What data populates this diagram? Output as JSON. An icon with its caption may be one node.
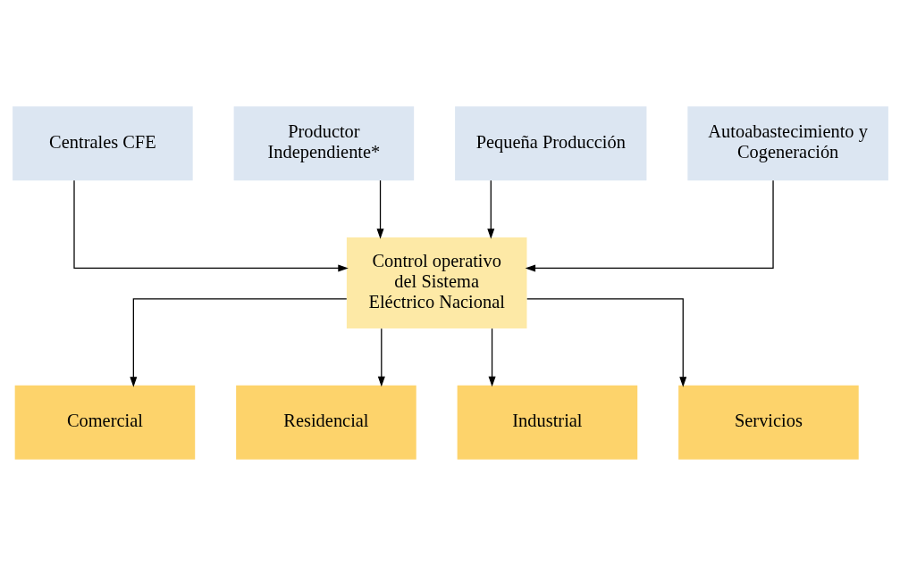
{
  "diagram": {
    "nodes": [
      {
        "text": [
          "Centrales CFE"
        ]
      },
      {
        "text": [
          "Productor Independiente*"
        ]
      },
      {
        "text": [
          "Pequeña Producción"
        ]
      },
      {
        "text": [
          "Autoabastecimiento y Cogeneración"
        ]
      },
      {
        "text": [
          "Control operativo del Sistema Eléctrico Nacional"
        ]
      },
      {
        "text": [
          "Comercial"
        ]
      },
      {
        "text": [
          "Residencial"
        ]
      },
      {
        "text": [
          "Industrial"
        ]
      },
      {
        "text": [
          "Servicios"
        ]
      }
    ],
    "edges": [
      {
        "from": 0,
        "to": 4,
        "arrow": "to"
      },
      {
        "from": 1,
        "to": 4,
        "arrow": "to"
      },
      {
        "from": 2,
        "to": 4,
        "arrow": "to"
      },
      {
        "from": 3,
        "to": 4,
        "arrow": "to"
      },
      {
        "from": 4,
        "to": 5,
        "arrow": "to"
      },
      {
        "from": 4,
        "to": 6,
        "arrow": "to"
      },
      {
        "from": 4,
        "to": 7,
        "arrow": "to"
      },
      {
        "from": 4,
        "to": 8,
        "arrow": "to"
      }
    ]
  }
}
